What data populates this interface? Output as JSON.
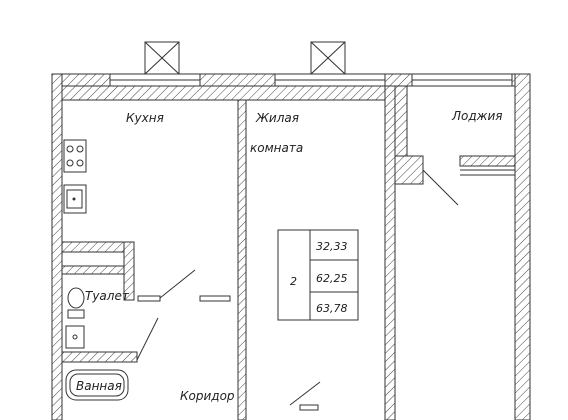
{
  "rooms": {
    "kitchen": "Кухня",
    "living_line1": "Жилая",
    "living_line2": "комната",
    "loggia": "Лоджия",
    "toilet": "Туалет",
    "bathroom": "Ванная",
    "corridor": "Коридор"
  },
  "area_table": {
    "room_count": "2",
    "living_area": "32,33",
    "total_area": "62,25",
    "total_with_loggia": "63,78"
  }
}
